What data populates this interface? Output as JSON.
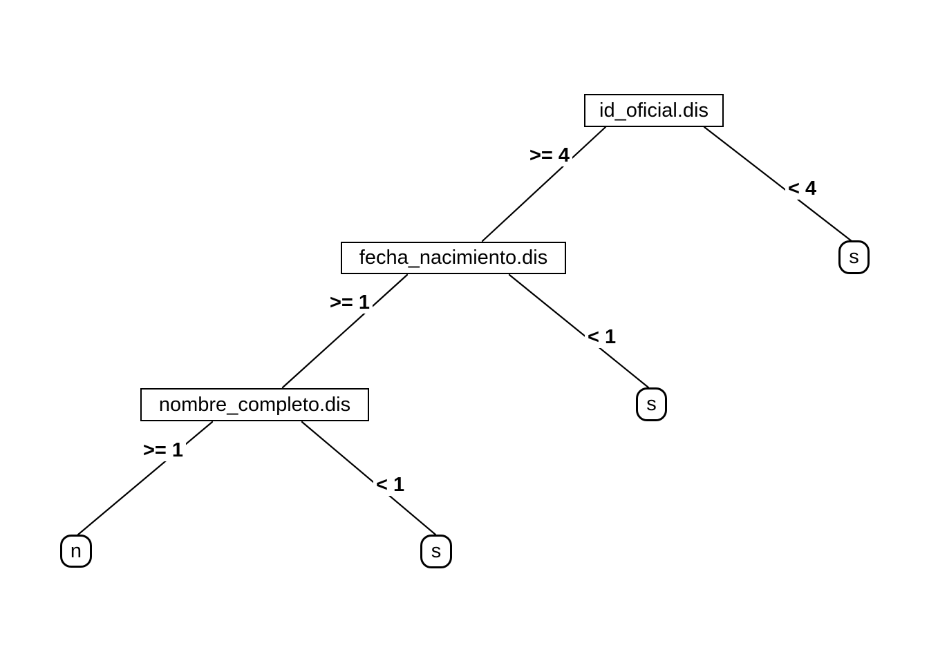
{
  "figure": {
    "type": "decision-tree-plot",
    "background_color": "#ffffff",
    "line_color": "#000000",
    "text_color": "#000000"
  },
  "tree": {
    "splits": [
      {
        "label": "id_oficial.dis"
      },
      {
        "label": "fecha_nacimiento.dis"
      },
      {
        "label": "nombre_completo.dis"
      }
    ],
    "leaves": [
      {
        "label": "s"
      },
      {
        "label": "s"
      },
      {
        "label": "s"
      },
      {
        "label": "n"
      }
    ],
    "edges": [
      {
        "from": "id_oficial.dis",
        "condition": ">= 4",
        "to": "fecha_nacimiento.dis"
      },
      {
        "from": "id_oficial.dis",
        "condition": "< 4",
        "to": "s"
      },
      {
        "from": "fecha_nacimiento.dis",
        "condition": ">= 1",
        "to": "nombre_completo.dis"
      },
      {
        "from": "fecha_nacimiento.dis",
        "condition": "< 1",
        "to": "s"
      },
      {
        "from": "nombre_completo.dis",
        "condition": ">= 1",
        "to": "n"
      },
      {
        "from": "nombre_completo.dis",
        "condition": "< 1",
        "to": "s"
      }
    ]
  }
}
